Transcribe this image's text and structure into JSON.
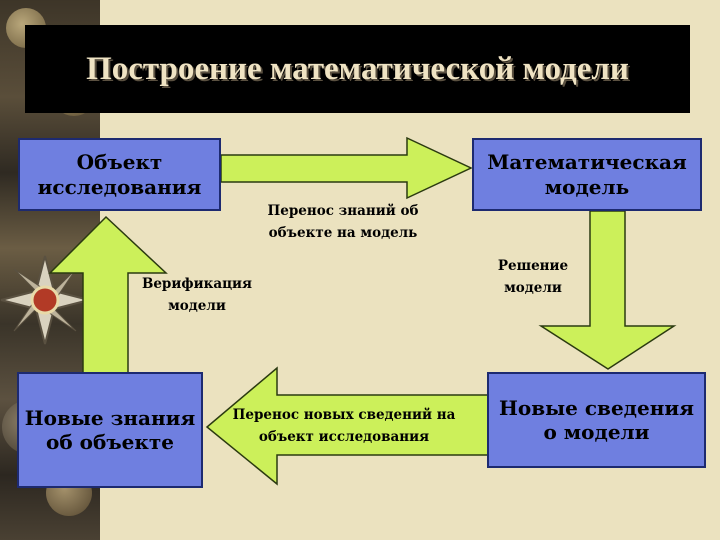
{
  "slide": {
    "title": "Построение математической модели",
    "boxes": {
      "object": "Объект исследования",
      "math_model": "Математическая модель",
      "new_info": "Новые сведения о модели",
      "new_knowledge": "Новые знания об объекте"
    },
    "arrows": {
      "transfer_knowledge": "Перенос знаний об объекте на модель",
      "solution": "Решение модели",
      "transfer_new_info": "Перенос новых сведений на объект исследования",
      "verification": "Верификация модели"
    }
  },
  "colors": {
    "background": "#ebe2bf",
    "title_bar": "#000000",
    "title_text": "#efe3c3",
    "box_fill": "#6f7fe0",
    "arrow_fill": "#ccf05a"
  },
  "icons": [
    "medal-icon",
    "coin-icon"
  ]
}
